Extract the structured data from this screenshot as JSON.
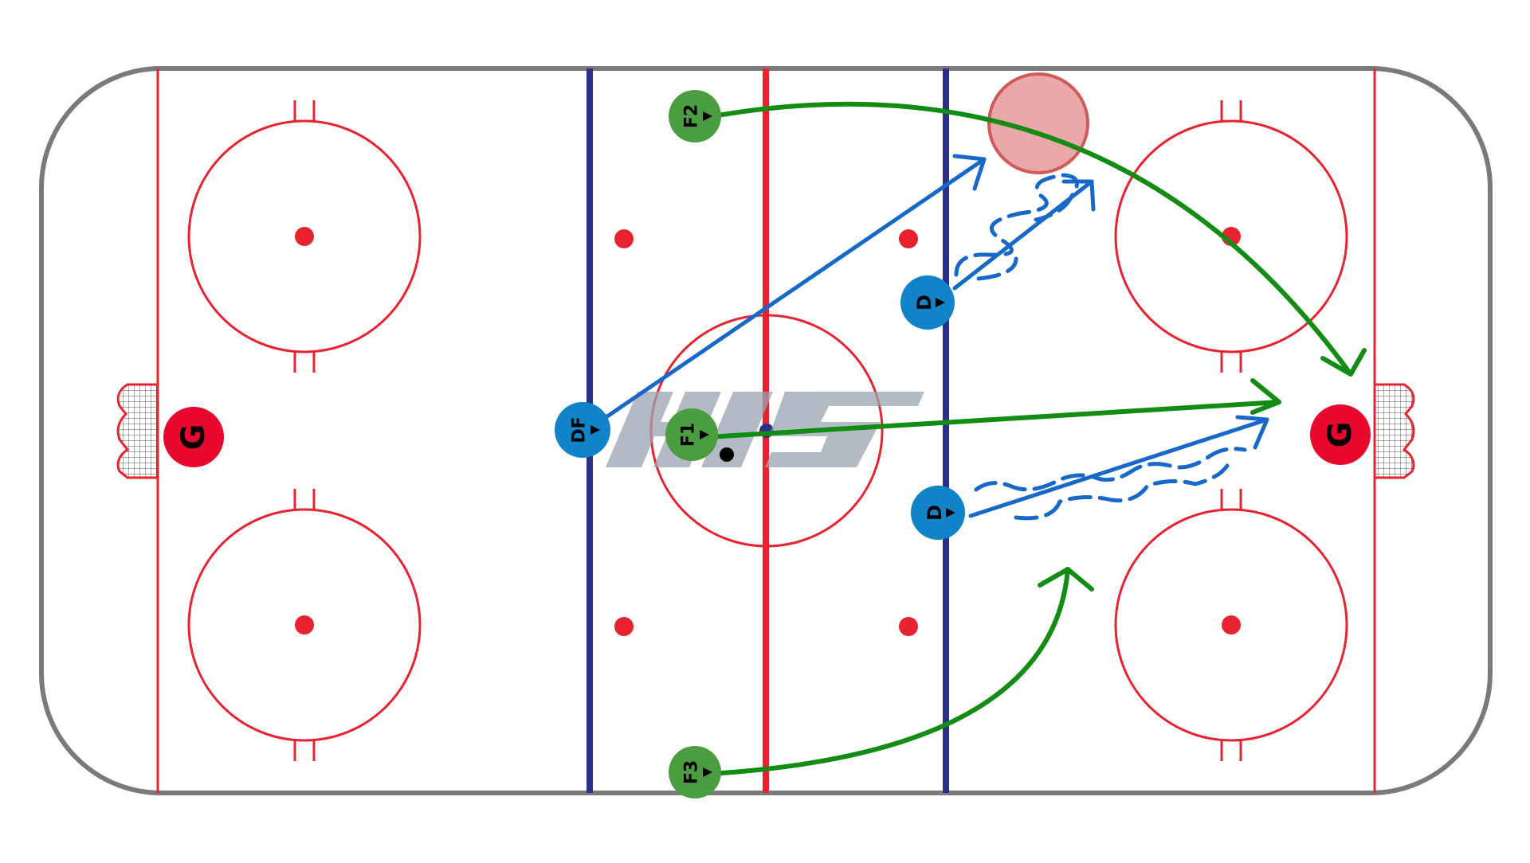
{
  "colors": {
    "board": "#7a7a7a",
    "red_line": "#e8222f",
    "blue_line": "#2b2f86",
    "forward": "#4a9e3f",
    "defense": "#1183c8",
    "goalie": "#e8082e",
    "pass_arrow": "#128c12",
    "skate_arrow": "#1769c9",
    "target_zone": "#e07a7a",
    "logo": "#9aa4b2"
  },
  "players": [
    {
      "id": "f2",
      "label": "F2",
      "role": "forward"
    },
    {
      "id": "f1",
      "label": "F1",
      "role": "forward"
    },
    {
      "id": "f3",
      "label": "F3",
      "role": "forward"
    },
    {
      "id": "df",
      "label": "DF",
      "role": "defense"
    },
    {
      "id": "d_upper",
      "label": "D",
      "role": "defense"
    },
    {
      "id": "d_lower",
      "label": "D",
      "role": "defense"
    }
  ],
  "goalies": [
    {
      "id": "goalie_left",
      "label": "G"
    },
    {
      "id": "goalie_right",
      "label": "G"
    }
  ],
  "icons": {
    "puck": "puck-icon",
    "target": "target-zone-icon",
    "logo": "watermark-logo"
  }
}
